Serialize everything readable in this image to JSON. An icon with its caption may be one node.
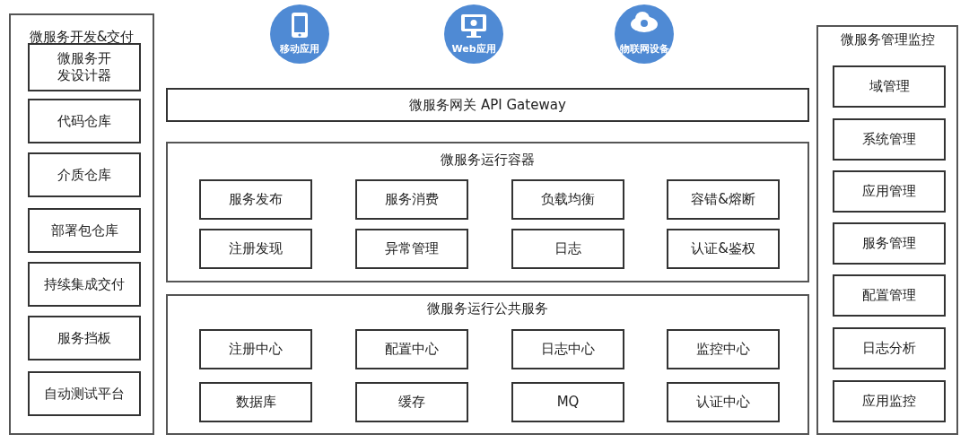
{
  "diagram": {
    "nodes": [
      {
        "text": [
          "微服务开发&交付"
        ]
      },
      {
        "text": [
          "微服务开发设计器"
        ],
        "in": 0
      },
      {
        "text": [
          "代码仓库"
        ],
        "in": 0
      },
      {
        "text": [
          "介质仓库"
        ],
        "in": 0
      },
      {
        "text": [
          "部署包仓库"
        ],
        "in": 0
      },
      {
        "text": [
          "持续集成交付"
        ],
        "in": 0
      },
      {
        "text": [
          "服务挡板"
        ],
        "in": 0
      },
      {
        "text": [
          "自动测试平台"
        ],
        "in": 0
      },
      {
        "text": [
          "移动应用"
        ]
      },
      {
        "text": [
          "Web应用"
        ]
      },
      {
        "text": [
          "物联网设备"
        ]
      },
      {
        "text": [
          "微服务网关 API Gateway"
        ]
      },
      {
        "text": [
          "微服务运行容器"
        ]
      },
      {
        "text": [
          "服务发布"
        ],
        "in": 12
      },
      {
        "text": [
          "服务消费"
        ],
        "in": 12
      },
      {
        "text": [
          "负载均衡"
        ],
        "in": 12
      },
      {
        "text": [
          "容错&熔断"
        ],
        "in": 12
      },
      {
        "text": [
          "注册发现"
        ],
        "in": 12
      },
      {
        "text": [
          "异常管理"
        ],
        "in": 12
      },
      {
        "text": [
          "日志"
        ],
        "in": 12
      },
      {
        "text": [
          "认证&鉴权"
        ],
        "in": 12
      },
      {
        "text": [
          "微服务运行公共服务"
        ]
      },
      {
        "text": [
          "注册中心"
        ],
        "in": 21
      },
      {
        "text": [
          "配置中心"
        ],
        "in": 21
      },
      {
        "text": [
          "日志中心"
        ],
        "in": 21
      },
      {
        "text": [
          "监控中心"
        ],
        "in": 21
      },
      {
        "text": [
          "数据库"
        ],
        "in": 21
      },
      {
        "text": [
          "缓存"
        ],
        "in": 21
      },
      {
        "text": [
          "MQ"
        ],
        "in": 21
      },
      {
        "text": [
          "认证中心"
        ],
        "in": 21
      },
      {
        "text": [
          "微服务管理监控"
        ]
      },
      {
        "text": [
          "域管理"
        ],
        "in": 30
      },
      {
        "text": [
          "系统管理"
        ],
        "in": 30
      },
      {
        "text": [
          "应用管理"
        ],
        "in": 30
      },
      {
        "text": [
          "服务管理"
        ],
        "in": 30
      },
      {
        "text": [
          "配置管理"
        ],
        "in": 30
      },
      {
        "text": [
          "日志分析"
        ],
        "in": 30
      },
      {
        "text": [
          "应用监控"
        ],
        "in": 30
      }
    ]
  }
}
